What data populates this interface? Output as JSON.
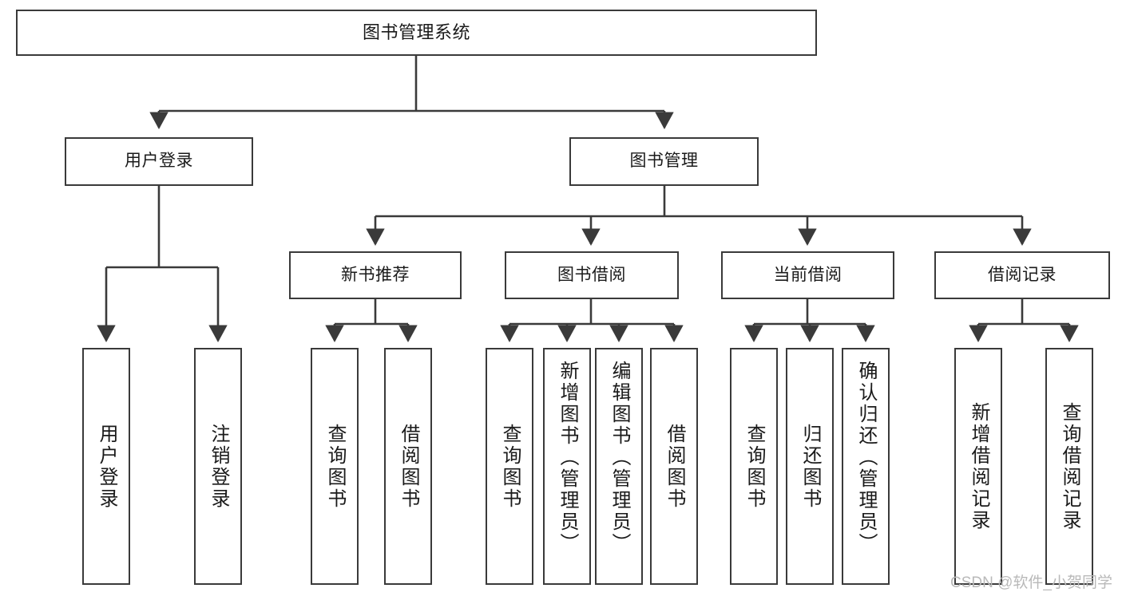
{
  "diagram": {
    "title": "图书管理系统",
    "root": {
      "label": "图书管理系统"
    },
    "level2": [
      {
        "label": "用户登录"
      },
      {
        "label": "图书管理"
      }
    ],
    "level3": [
      {
        "label": "新书推荐"
      },
      {
        "label": "图书借阅"
      },
      {
        "label": "当前借阅"
      },
      {
        "label": "借阅记录"
      }
    ],
    "leaves": {
      "user_login": [
        {
          "label": "用户登录"
        },
        {
          "label": "注销登录"
        }
      ],
      "new_book_rec": [
        {
          "label": "查询图书"
        },
        {
          "label": "借阅图书"
        }
      ],
      "book_borrow": [
        {
          "label": "查询图书"
        },
        {
          "label": "新增图书（管理员）"
        },
        {
          "label": "编辑图书（管理员）"
        },
        {
          "label": "借阅图书"
        }
      ],
      "current_borrow": [
        {
          "label": "查询图书"
        },
        {
          "label": "归还图书"
        },
        {
          "label": "确认归还（管理员）"
        }
      ],
      "borrow_record": [
        {
          "label": "新增借阅记录"
        },
        {
          "label": "查询借阅记录"
        }
      ]
    }
  },
  "watermark": {
    "text": "CSDN @软件_小贺同学"
  },
  "colors": {
    "border": "#3a3a3a",
    "background": "#ffffff",
    "text": "#1a1a1a",
    "watermark": "#b9b9b9"
  }
}
